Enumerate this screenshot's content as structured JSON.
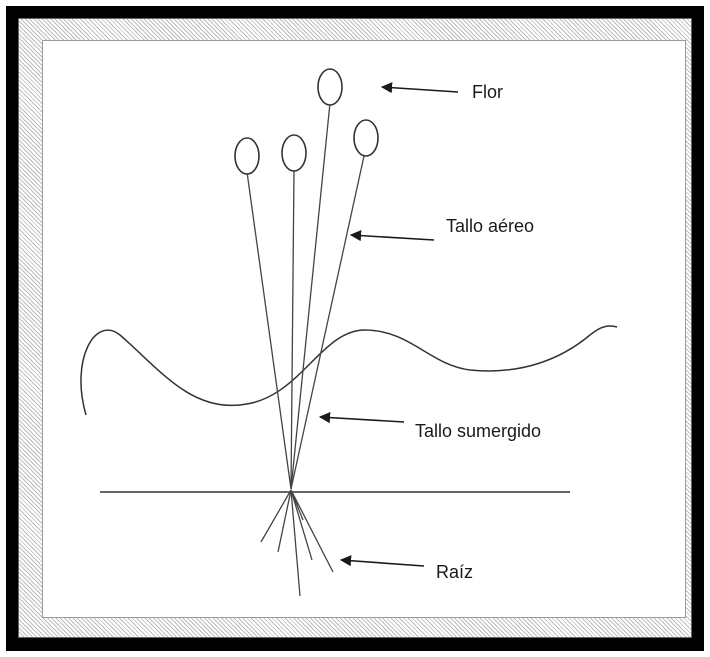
{
  "labels": {
    "flor": "Flor",
    "tallo_aereo": "Tallo aéreo",
    "tallo_sumergido": "Tallo sumergido",
    "raiz": "Raíz"
  }
}
